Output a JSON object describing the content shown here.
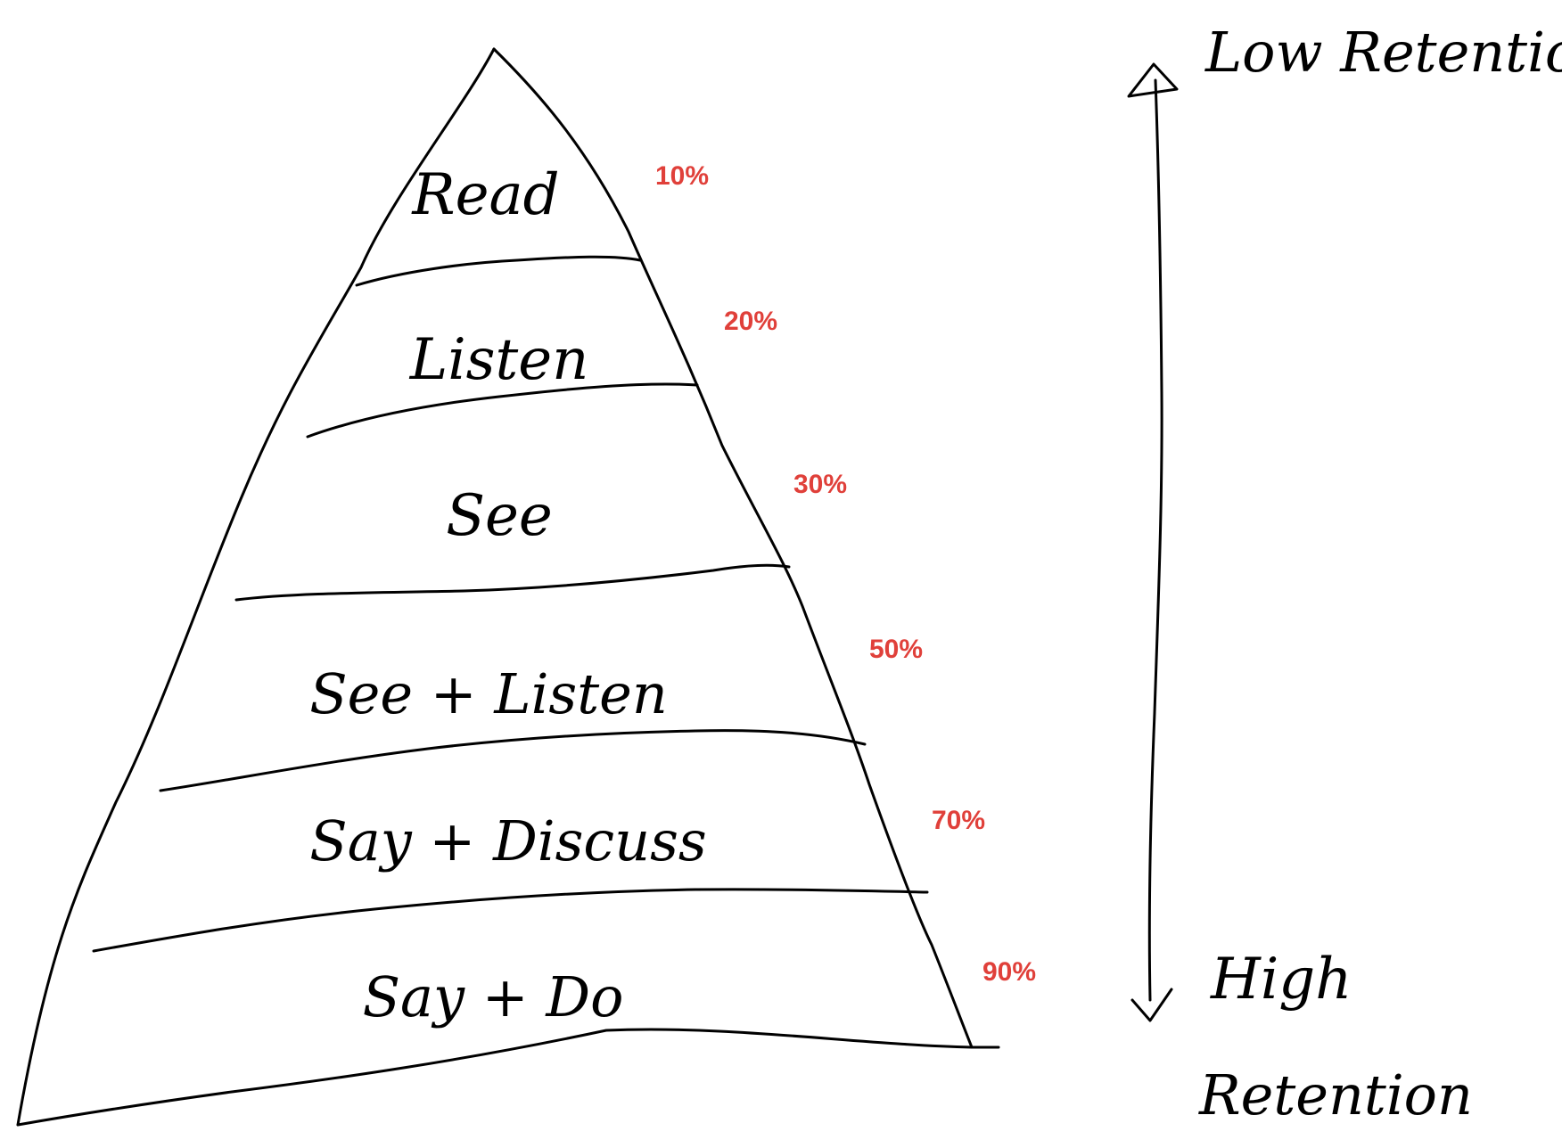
{
  "colors": {
    "ink": "#000000",
    "percent": "#e0403a",
    "background": "#ffffff"
  },
  "pyramid": {
    "levels": [
      {
        "label": "Read",
        "percent": "10%"
      },
      {
        "label": "Listen",
        "percent": "20%"
      },
      {
        "label": "See",
        "percent": "30%"
      },
      {
        "label": "See + Listen",
        "percent": "50%"
      },
      {
        "label": "Say + Discuss",
        "percent": "70%"
      },
      {
        "label": "Say + Do",
        "percent": "90%"
      }
    ]
  },
  "scale": {
    "top_label": "Low Retention",
    "bottom_label_line1": "High",
    "bottom_label_line2": "Retention"
  }
}
